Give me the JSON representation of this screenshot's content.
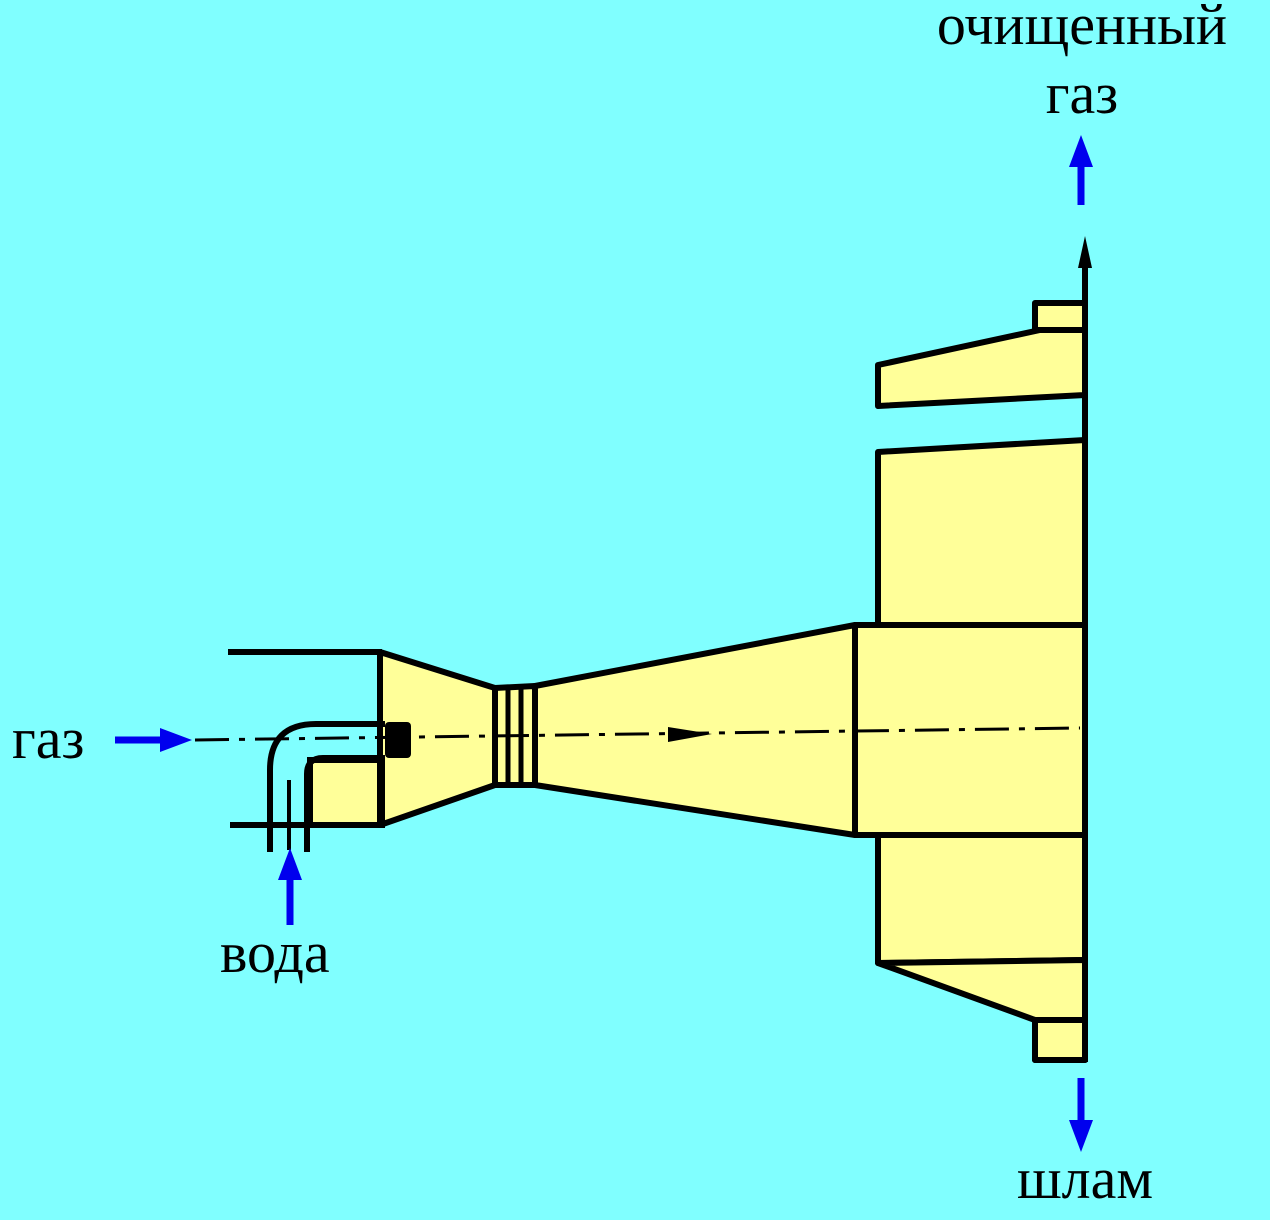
{
  "colors": {
    "background": "#80ffff",
    "body_fill": "#ffff99",
    "outline": "#000000",
    "flow_arrow": "#0000ee"
  },
  "labels": {
    "gas_in": "газ",
    "water_in": "вода",
    "clean_gas_line1": "очищенный",
    "clean_gas_line2": "газ",
    "sludge_out": "шлам"
  }
}
